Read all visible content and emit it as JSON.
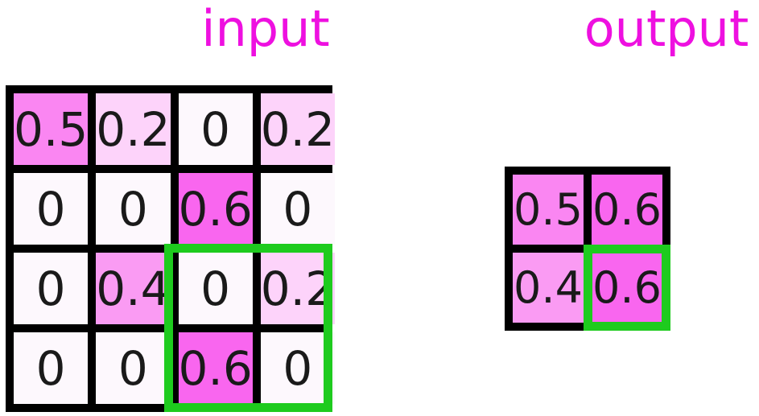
{
  "titles": {
    "input": "input",
    "output": "output"
  },
  "colors": {
    "title_magenta": "#EE10E0",
    "grid_border_black": "#000000",
    "pool_window_green": "#1ECB1E",
    "cell_value_0": "#FDF8FD",
    "cell_value_02": "#FDD3FA",
    "cell_value_04": "#FA9BF3",
    "cell_value_05": "#FA86F2",
    "cell_value_06": "#F966EF",
    "cell_text": "#1a1a1a"
  },
  "grids": {
    "input": {
      "rows": [
        [
          "0.5",
          "0.2",
          "0",
          "0.2"
        ],
        [
          "0",
          "0",
          "0.6",
          "0"
        ],
        [
          "0",
          "0.4",
          "0",
          "0.2"
        ],
        [
          "0",
          "0",
          "0.6",
          "0"
        ]
      ]
    },
    "output": {
      "rows": [
        [
          "0.5",
          "0.6"
        ],
        [
          "0.4",
          "0.6"
        ]
      ]
    }
  }
}
